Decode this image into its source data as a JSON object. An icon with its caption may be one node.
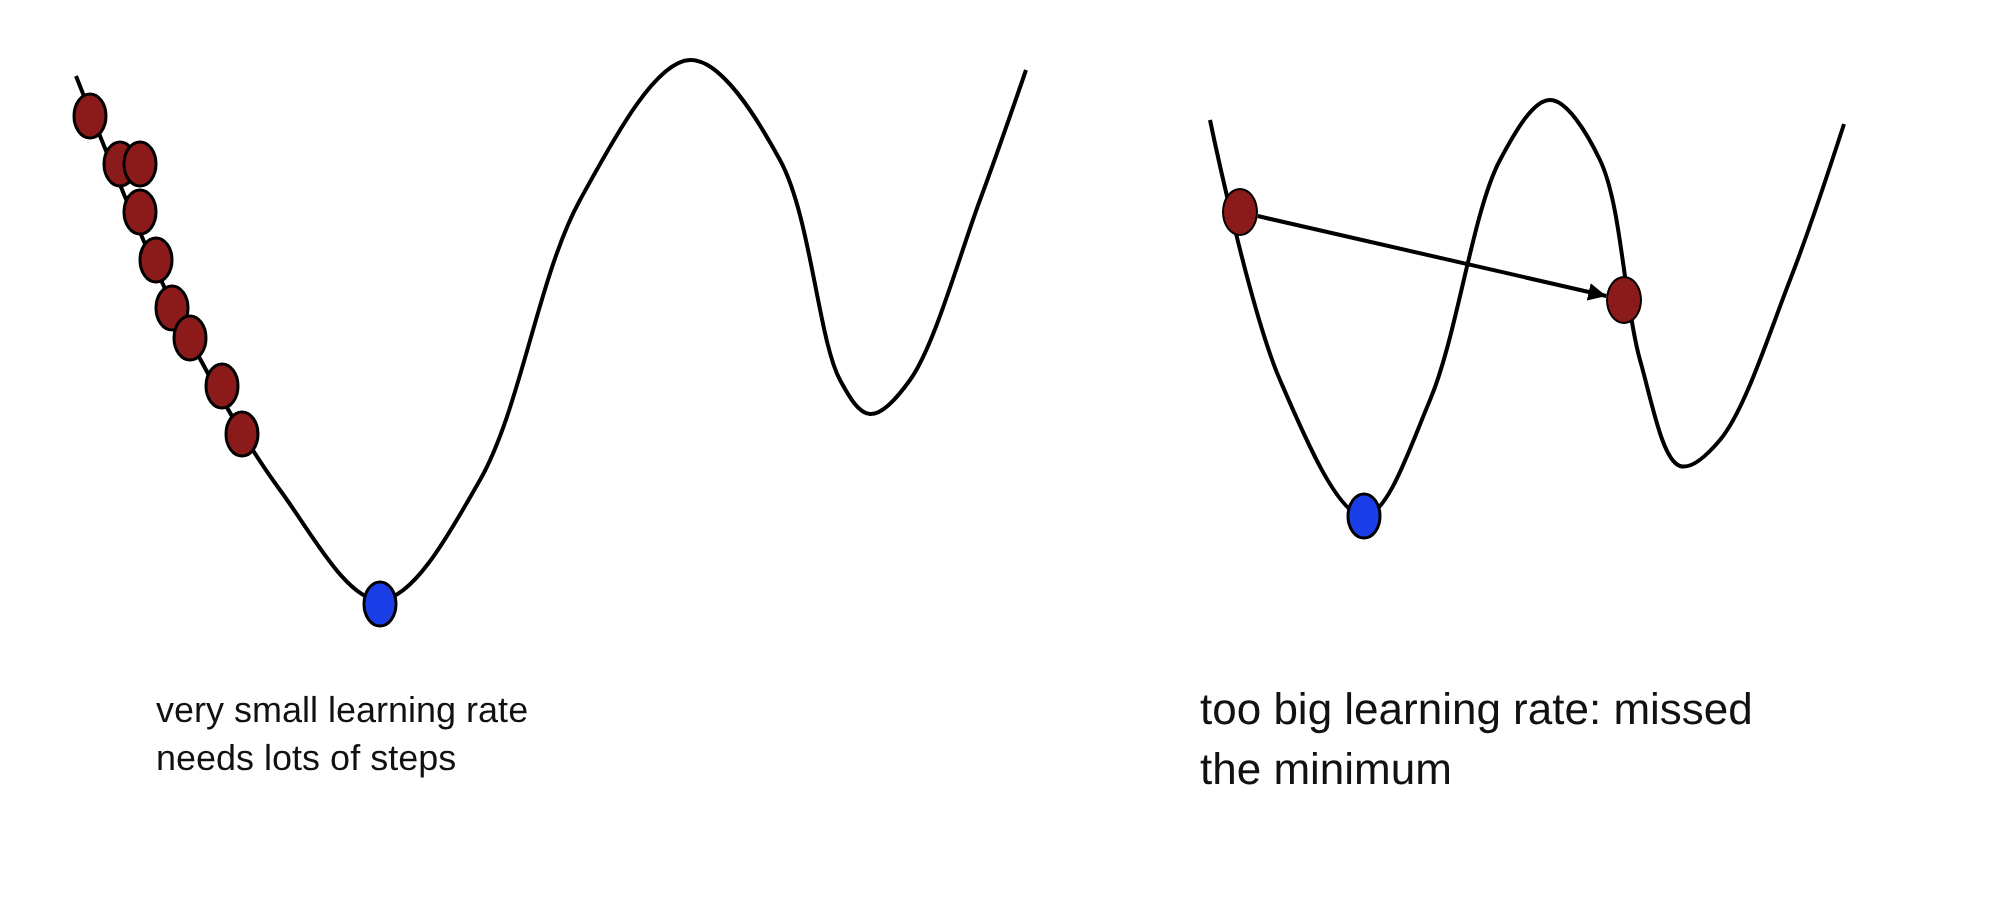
{
  "diagram": {
    "nodes": [
      {
        "text": [],
        "shape": "circle"
      },
      {
        "text": [],
        "shape": "circle"
      }
    ],
    "edges": [
      {
        "from": 0,
        "to": 1,
        "arrow": "to"
      }
    ],
    "labels": [
      "very small learning rate needs lots of steps",
      "too big learning rate: missed the minimum"
    ]
  }
}
